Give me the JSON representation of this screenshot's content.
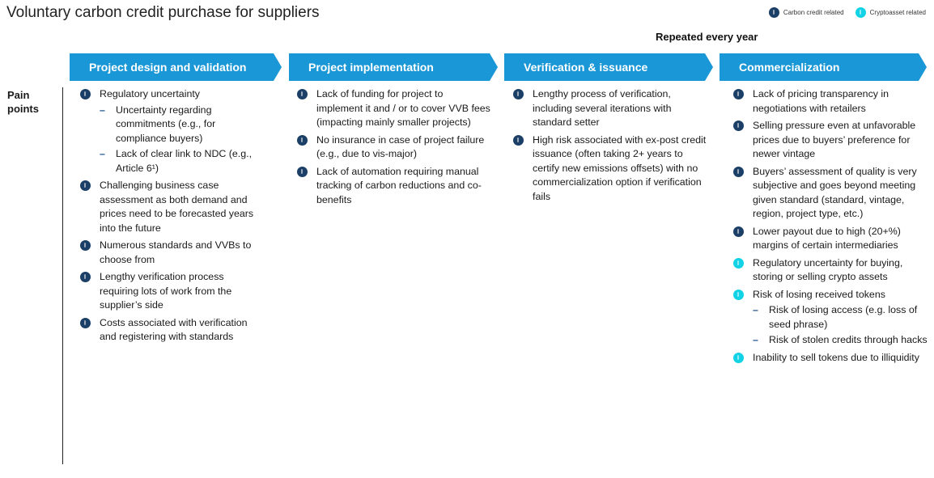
{
  "title": "Voluntary carbon credit purchase for suppliers",
  "legend": [
    {
      "label": "Carbon credit related",
      "color": "#1b3f66"
    },
    {
      "label": "Cryptoasset related",
      "color": "#12d3e6"
    }
  ],
  "repeated_label": "Repeated every year",
  "row_label": "Pain\npoints",
  "phases": [
    {
      "label": "Project design and validation"
    },
    {
      "label": "Project implementation"
    },
    {
      "label": "Verification & issuance"
    },
    {
      "label": "Commercialization"
    }
  ],
  "columns": [
    {
      "bullets": [
        {
          "type": "carbon",
          "text": "Regulatory uncertainty",
          "subs": [
            "Uncertainty regarding commitments (e.g., for compliance buyers)",
            "Lack of clear link to NDC (e.g., Article 6¹)"
          ]
        },
        {
          "type": "carbon",
          "text": "Challenging business case assessment as both demand and prices need to be forecasted years into the future",
          "subs": []
        },
        {
          "type": "carbon",
          "text": "Numerous standards and VVBs to choose from",
          "subs": []
        },
        {
          "type": "carbon",
          "text": "Lengthy verification process requiring lots of work from the supplier’s side",
          "subs": []
        },
        {
          "type": "carbon",
          "text": "Costs associated with verification and registering with standards",
          "subs": []
        }
      ]
    },
    {
      "bullets": [
        {
          "type": "carbon",
          "text": "Lack of funding for project to implement it and / or to cover VVB fees (impacting mainly smaller projects)",
          "subs": []
        },
        {
          "type": "carbon",
          "text": "No insurance in case of project failure (e.g., due to vis-major)",
          "subs": []
        },
        {
          "type": "carbon",
          "text": "Lack of automation requiring manual tracking of carbon reductions and co-benefits",
          "subs": []
        }
      ]
    },
    {
      "bullets": [
        {
          "type": "carbon",
          "text": "Lengthy process of verification, including several iterations with standard setter",
          "subs": []
        },
        {
          "type": "carbon",
          "text": "High risk associated with ex-post credit issuance (often taking 2+ years to certify new emissions offsets) with no commercialization option if verification fails",
          "subs": []
        }
      ]
    },
    {
      "bullets": [
        {
          "type": "carbon",
          "text": "Lack of pricing transparency in negotiations with retailers",
          "subs": []
        },
        {
          "type": "carbon",
          "text": "Selling pressure even at unfavorable prices due to buyers’ preference for newer vintage",
          "subs": []
        },
        {
          "type": "carbon",
          "text": "Buyers’ assessment of quality is very subjective and goes beyond meeting given standard (standard, vintage, region, project type, etc.)",
          "subs": []
        },
        {
          "type": "carbon",
          "text": "Lower payout due to high (20+%) margins of certain intermediaries",
          "subs": []
        },
        {
          "type": "crypto",
          "text": "Regulatory uncertainty for buying, storing or selling crypto assets",
          "subs": []
        },
        {
          "type": "crypto",
          "text": "Risk of losing received tokens",
          "subs": [
            "Risk of losing access (e.g. loss of seed phrase)",
            "Risk of stolen credits through hacks"
          ]
        },
        {
          "type": "crypto",
          "text": "Inability to sell tokens due to illiquidity",
          "subs": []
        }
      ]
    }
  ]
}
